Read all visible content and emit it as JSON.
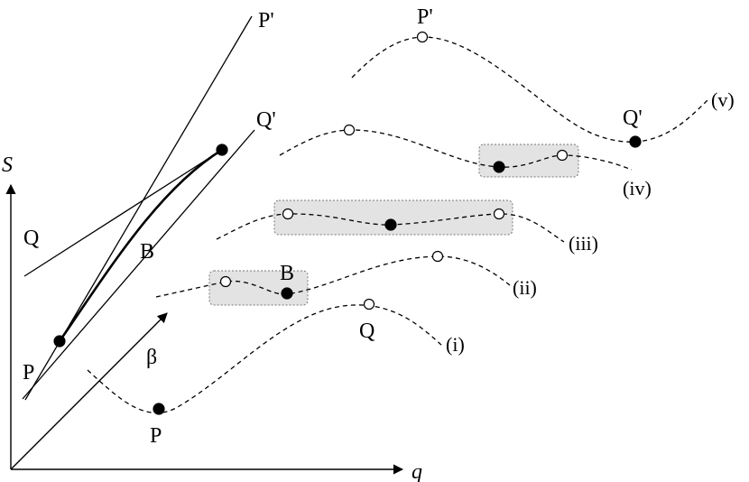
{
  "axes": {
    "y_label": "S",
    "x_label": "q",
    "depth_label": "β"
  },
  "left_figure": {
    "label_p_top": "P'",
    "label_q_top": "Q'",
    "label_q": "Q",
    "label_b": "B",
    "label_p": "P"
  },
  "curves": {
    "c1": {
      "label": "(i)",
      "point_q": "Q",
      "point_p": "P"
    },
    "c2": {
      "label": "(ii)",
      "point_b": "B"
    },
    "c3": {
      "label": "(iii)"
    },
    "c4": {
      "label": "(iv)"
    },
    "c5": {
      "label": "(v)",
      "point_p_prime": "P'",
      "point_q_prime": "Q'"
    }
  }
}
